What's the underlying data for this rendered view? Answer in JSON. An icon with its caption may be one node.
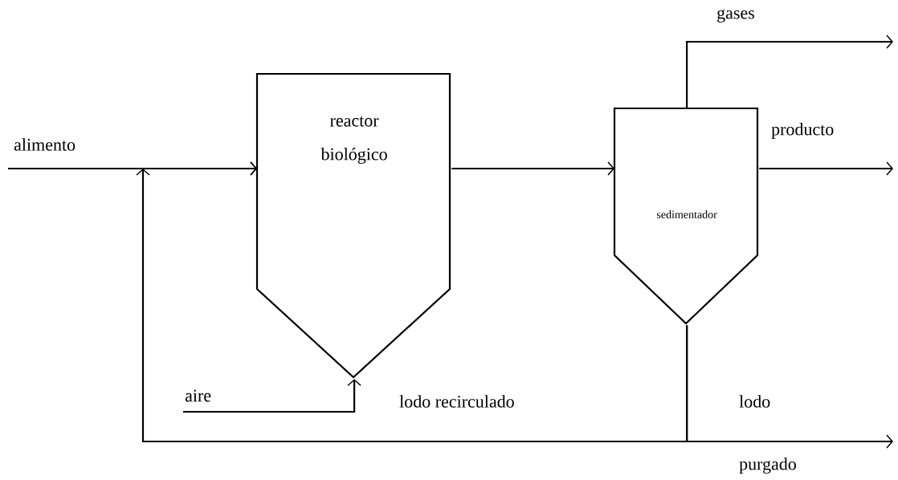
{
  "diagram": {
    "nodes": [
      {
        "text": [
          "reactor biológico"
        ]
      },
      {
        "text": [
          "sedimentador"
        ]
      }
    ],
    "edges": [
      {
        "from": null,
        "to": 0,
        "arrow": "to",
        "label": "alimento"
      },
      {
        "from": 0,
        "to": 1,
        "arrow": "to"
      },
      {
        "from": 1,
        "to": null,
        "arrow": "to",
        "label": "gases"
      },
      {
        "from": 1,
        "to": null,
        "arrow": "to",
        "label": "producto"
      },
      {
        "from": 1,
        "to": null,
        "arrow": "to",
        "label": "lodo"
      },
      {
        "from": 1,
        "to": 0,
        "arrow": "to",
        "label": "lodo recirculado"
      },
      {
        "from": null,
        "to": 0,
        "arrow": "to",
        "label": "aire"
      }
    ],
    "labels": [
      "purgado"
    ]
  }
}
